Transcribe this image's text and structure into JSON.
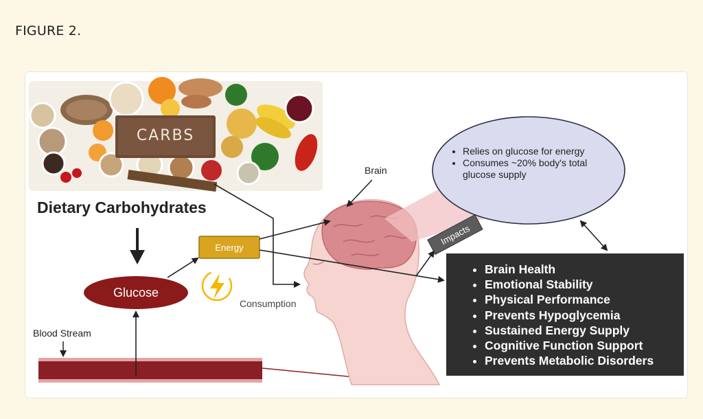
{
  "figure_label": "FIGURE 2.",
  "food_sign": "CARBS",
  "title": "Dietary Carbohydrates",
  "glucose": "Glucose",
  "energy": "Energy",
  "consumption": "Consumption",
  "blood_stream": "Blood Stream",
  "brain": "Brain",
  "impacts": "Impacts",
  "brain_facts": [
    "Relies on glucose for energy",
    "Consumes ~20% body's total glucose supply"
  ],
  "impacts_list": [
    "Brain Health",
    "Emotional Stability",
    "Physical Performance",
    "Prevents Hypoglycemia",
    "Sustained Energy Supply",
    "Cognitive Function Support",
    "Prevents Metabolic Disorders"
  ],
  "colors": {
    "glucose_fill": "#8b1a1a",
    "energy_fill": "#d9a520",
    "ellipse_fill": "#d9dcef",
    "impacts_box": "#2f2f2f",
    "blood_stream": "#8b1f26",
    "lightning": "#f5b800"
  }
}
